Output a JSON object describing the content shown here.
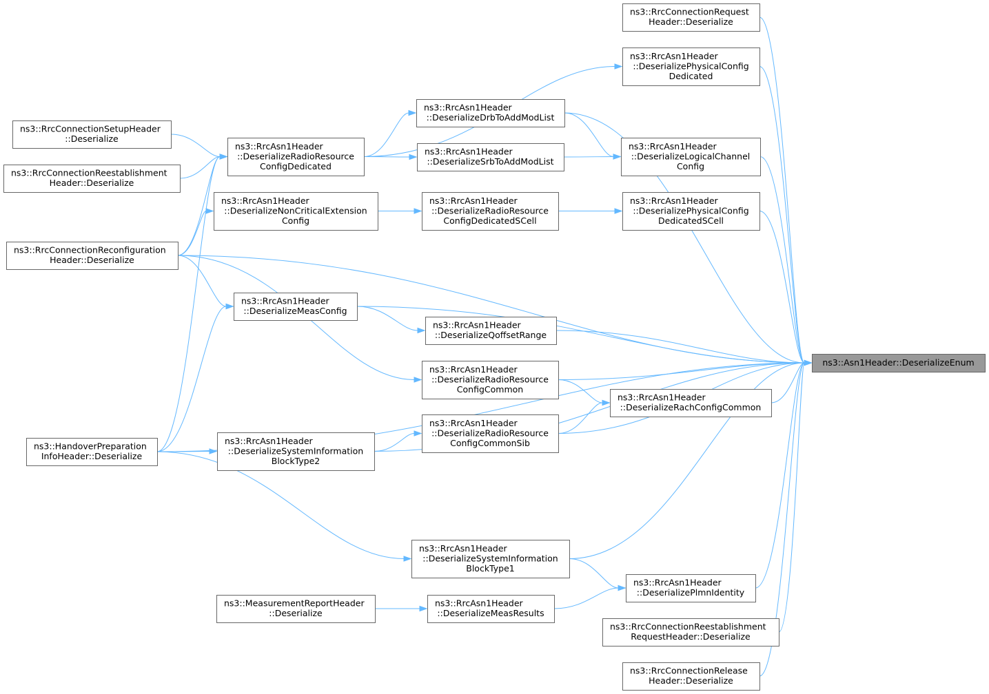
{
  "graph": {
    "root": "ns3::Asn1Header::DeserializeEnum",
    "colors": {
      "node_border": "#666666",
      "root_fill": "#999999",
      "edge": "#63b8ff"
    },
    "nodes": [
      {
        "id": "root",
        "lines": [
          "ns3::Asn1Header::DeserializeEnum"
        ]
      },
      {
        "id": "connReqHdr",
        "lines": [
          "ns3::RrcConnectionRequest",
          "Header::Deserialize"
        ]
      },
      {
        "id": "physCfgDed",
        "lines": [
          "ns3::RrcAsn1Header",
          "::DeserializePhysicalConfig",
          "Dedicated"
        ]
      },
      {
        "id": "drbList",
        "lines": [
          "ns3::RrcAsn1Header",
          "::DeserializeDrbToAddModList"
        ]
      },
      {
        "id": "connSetupHdr",
        "lines": [
          "ns3::RrcConnectionSetupHeader",
          "::Deserialize"
        ]
      },
      {
        "id": "radioResDed",
        "lines": [
          "ns3::RrcAsn1Header",
          "::DeserializeRadioResource",
          "ConfigDedicated"
        ]
      },
      {
        "id": "logChanCfg",
        "lines": [
          "ns3::RrcAsn1Header",
          "::DeserializeLogicalChannel",
          "Config"
        ]
      },
      {
        "id": "srbList",
        "lines": [
          "ns3::RrcAsn1Header",
          "::DeserializeSrbToAddModList"
        ]
      },
      {
        "id": "reestabHdr",
        "lines": [
          "ns3::RrcConnectionReestablishment",
          "Header::Deserialize"
        ]
      },
      {
        "id": "nonCritExt",
        "lines": [
          "ns3::RrcAsn1Header",
          "::DeserializeNonCriticalExtension",
          "Config"
        ]
      },
      {
        "id": "radioResDedSCell",
        "lines": [
          "ns3::RrcAsn1Header",
          "::DeserializeRadioResource",
          "ConfigDedicatedSCell"
        ]
      },
      {
        "id": "physCfgDedSCell",
        "lines": [
          "ns3::RrcAsn1Header",
          "::DeserializePhysicalConfig",
          "DedicatedSCell"
        ]
      },
      {
        "id": "reconfHdr",
        "lines": [
          "ns3::RrcConnectionReconfiguration",
          "Header::Deserialize"
        ]
      },
      {
        "id": "measCfg",
        "lines": [
          "ns3::RrcAsn1Header",
          "::DeserializeMeasConfig"
        ]
      },
      {
        "id": "qoffset",
        "lines": [
          "ns3::RrcAsn1Header",
          "::DeserializeQoffsetRange"
        ]
      },
      {
        "id": "radioResCommon",
        "lines": [
          "ns3::RrcAsn1Header",
          "::DeserializeRadioResource",
          "ConfigCommon"
        ]
      },
      {
        "id": "rachCfg",
        "lines": [
          "ns3::RrcAsn1Header",
          "::DeserializeRachConfigCommon"
        ]
      },
      {
        "id": "radioResCommonSib",
        "lines": [
          "ns3::RrcAsn1Header",
          "::DeserializeRadioResource",
          "ConfigCommonSib"
        ]
      },
      {
        "id": "handoverHdr",
        "lines": [
          "ns3::HandoverPreparation",
          "InfoHeader::Deserialize"
        ]
      },
      {
        "id": "sib2",
        "lines": [
          "ns3::RrcAsn1Header",
          "::DeserializeSystemInformation",
          "BlockType2"
        ]
      },
      {
        "id": "sib1",
        "lines": [
          "ns3::RrcAsn1Header",
          "::DeserializeSystemInformation",
          "BlockType1"
        ]
      },
      {
        "id": "plmn",
        "lines": [
          "ns3::RrcAsn1Header",
          "::DeserializePlmnIdentity"
        ]
      },
      {
        "id": "measRepHdr",
        "lines": [
          "ns3::MeasurementReportHeader",
          "::Deserialize"
        ]
      },
      {
        "id": "measResults",
        "lines": [
          "ns3::RrcAsn1Header",
          "::DeserializeMeasResults"
        ]
      },
      {
        "id": "reestabReqHdr",
        "lines": [
          "ns3::RrcConnectionReestablishment",
          "RequestHeader::Deserialize"
        ]
      },
      {
        "id": "releaseHdr",
        "lines": [
          "ns3::RrcConnectionRelease",
          "Header::Deserialize"
        ]
      }
    ],
    "edges": [
      {
        "from": "connReqHdr",
        "to": "root"
      },
      {
        "from": "physCfgDed",
        "to": "root"
      },
      {
        "from": "drbList",
        "to": "root"
      },
      {
        "from": "logChanCfg",
        "to": "root"
      },
      {
        "from": "physCfgDedSCell",
        "to": "root"
      },
      {
        "from": "reconfHdr",
        "to": "root"
      },
      {
        "from": "measCfg",
        "to": "root"
      },
      {
        "from": "qoffset",
        "to": "root"
      },
      {
        "from": "radioResCommon",
        "to": "root"
      },
      {
        "from": "rachCfg",
        "to": "root"
      },
      {
        "from": "radioResCommonSib",
        "to": "root"
      },
      {
        "from": "sib2",
        "to": "root"
      },
      {
        "from": "handoverHdr",
        "to": "root"
      },
      {
        "from": "sib1",
        "to": "root"
      },
      {
        "from": "plmn",
        "to": "root"
      },
      {
        "from": "reestabReqHdr",
        "to": "root"
      },
      {
        "from": "releaseHdr",
        "to": "root"
      },
      {
        "from": "radioResDed",
        "to": "physCfgDed"
      },
      {
        "from": "radioResDed",
        "to": "drbList"
      },
      {
        "from": "radioResDed",
        "to": "srbList"
      },
      {
        "from": "drbList",
        "to": "logChanCfg"
      },
      {
        "from": "srbList",
        "to": "logChanCfg"
      },
      {
        "from": "connSetupHdr",
        "to": "radioResDed"
      },
      {
        "from": "reestabHdr",
        "to": "radioResDed"
      },
      {
        "from": "reconfHdr",
        "to": "radioResDed"
      },
      {
        "from": "handoverHdr",
        "to": "radioResDed"
      },
      {
        "from": "nonCritExt",
        "to": "radioResDedSCell"
      },
      {
        "from": "radioResDedSCell",
        "to": "physCfgDedSCell"
      },
      {
        "from": "reconfHdr",
        "to": "nonCritExt"
      },
      {
        "from": "reconfHdr",
        "to": "measCfg"
      },
      {
        "from": "reconfHdr",
        "to": "radioResCommon"
      },
      {
        "from": "measCfg",
        "to": "qoffset"
      },
      {
        "from": "handoverHdr",
        "to": "measCfg"
      },
      {
        "from": "radioResCommon",
        "to": "rachCfg"
      },
      {
        "from": "radioResCommonSib",
        "to": "rachCfg"
      },
      {
        "from": "sib2",
        "to": "radioResCommonSib"
      },
      {
        "from": "handoverHdr",
        "to": "sib2"
      },
      {
        "from": "handoverHdr",
        "to": "sib1"
      },
      {
        "from": "sib1",
        "to": "plmn"
      },
      {
        "from": "measResults",
        "to": "plmn"
      },
      {
        "from": "measRepHdr",
        "to": "measResults"
      }
    ]
  }
}
